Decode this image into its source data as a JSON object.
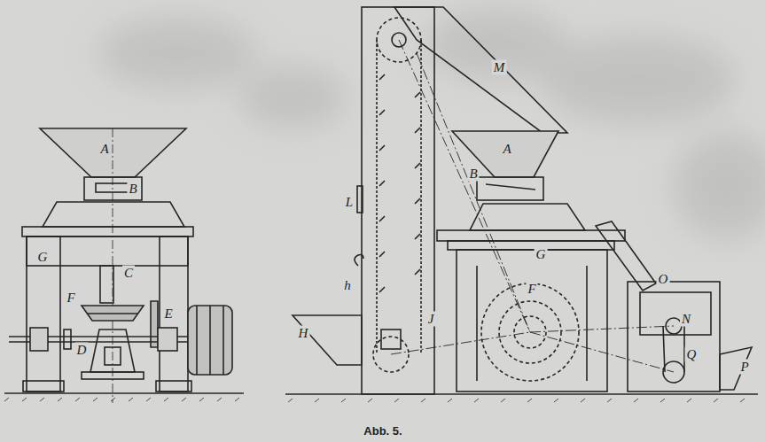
{
  "diagram": {
    "caption": "Abb. 5.",
    "labels": [
      "A",
      "B",
      "C",
      "G",
      "F",
      "E",
      "D",
      "M",
      "A",
      "B",
      "L",
      "G",
      "h",
      "F",
      "O",
      "H",
      "J",
      "N",
      "Q",
      "P"
    ]
  }
}
